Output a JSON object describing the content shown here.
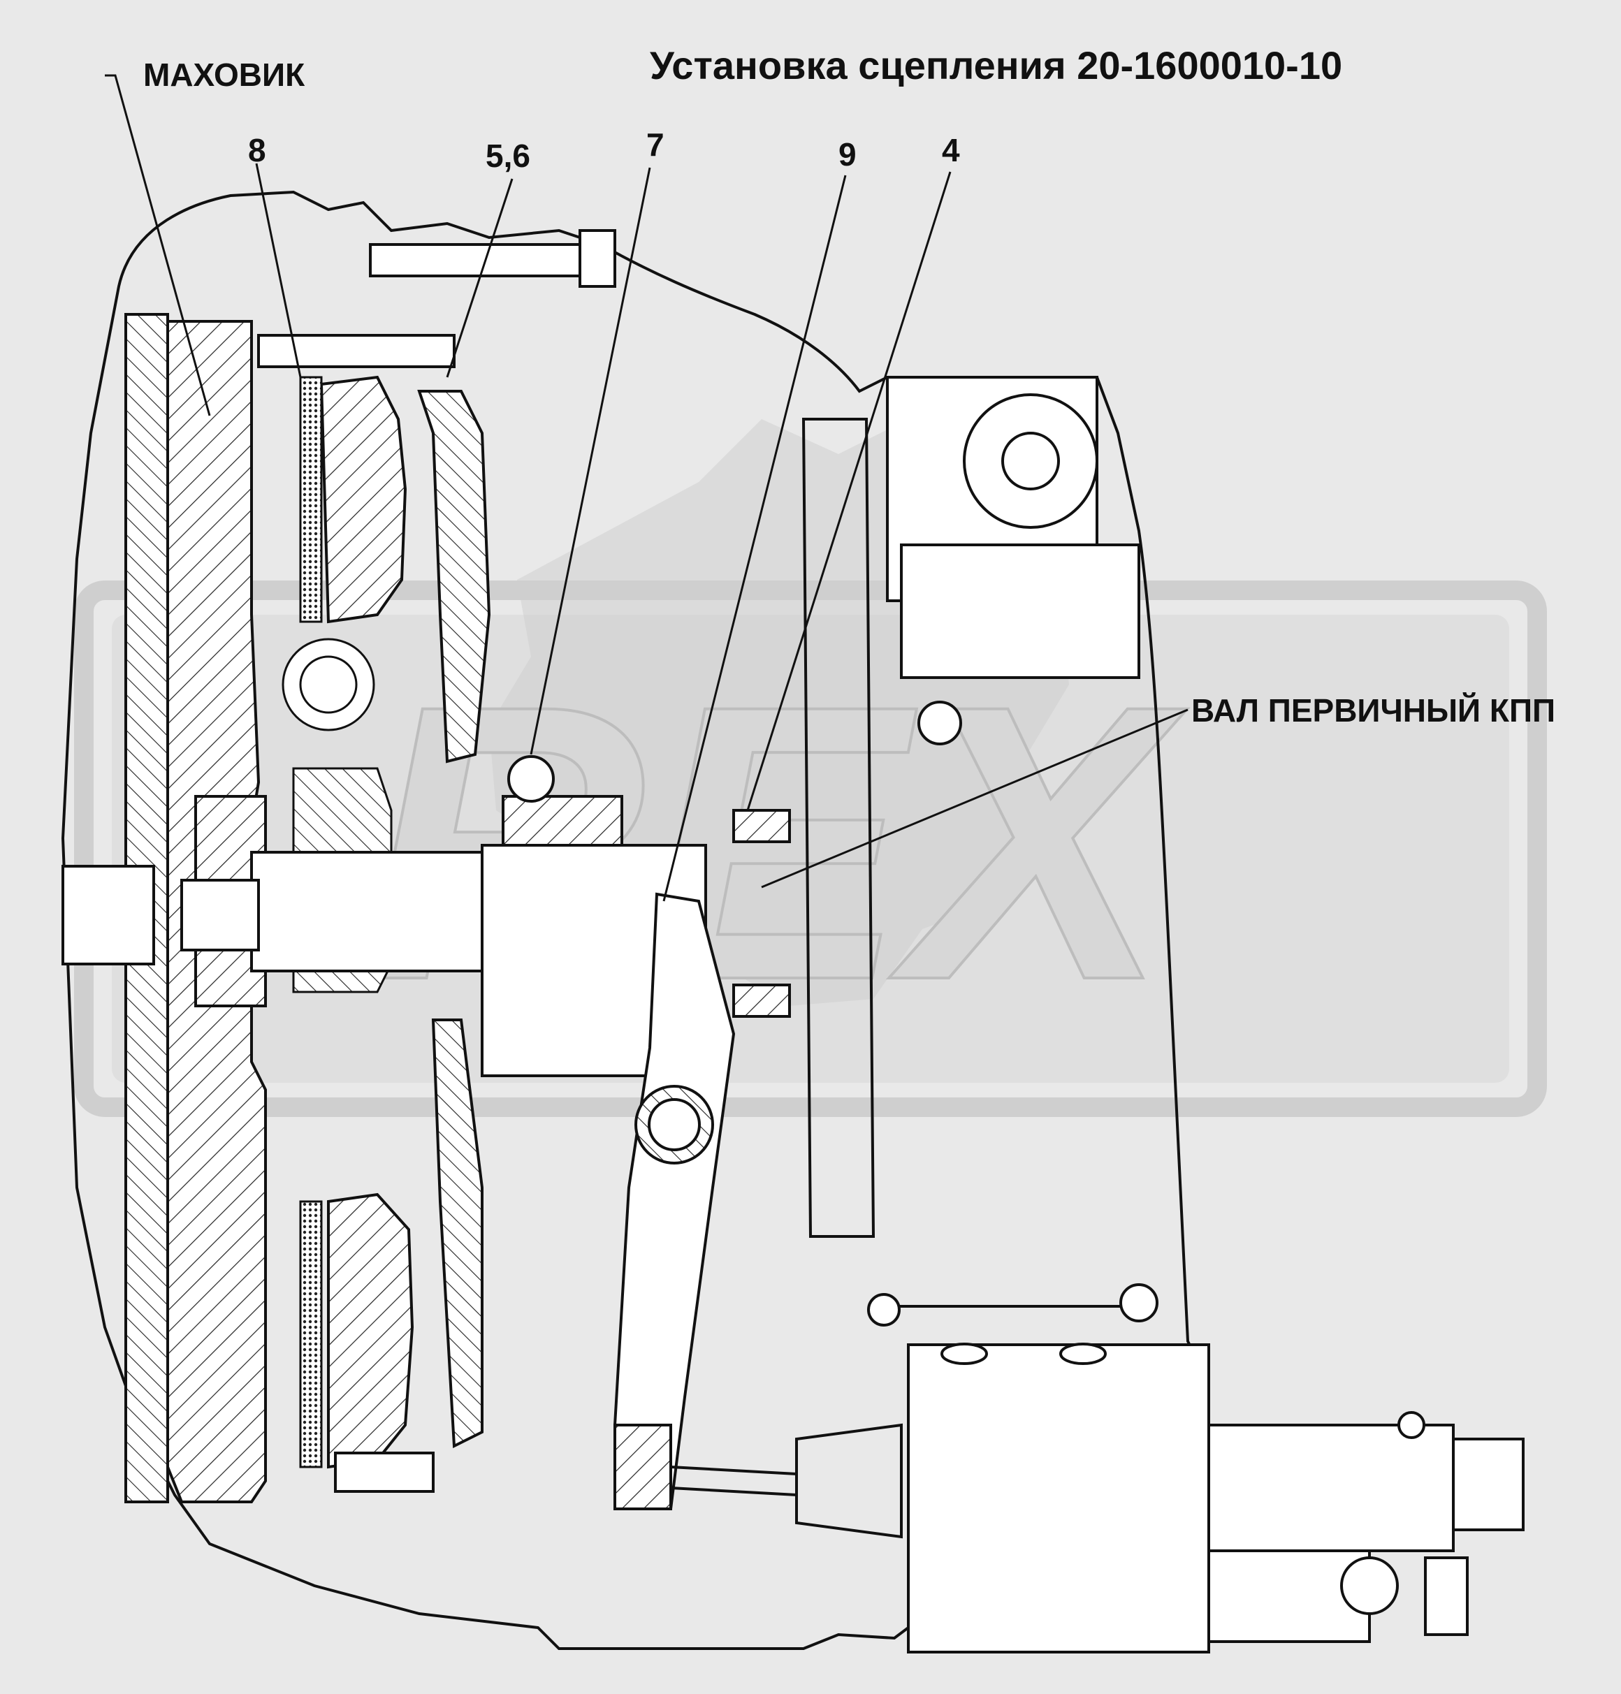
{
  "title": "Установка сцепления 20-1600010-10",
  "labels": {
    "flywheel": "МАХОВИК",
    "input_shaft": "ВАЛ ПЕРВИЧНЫЙ КПП",
    "item_8": "8",
    "item_5_6": "5,6",
    "item_7": "7",
    "item_9": "9",
    "item_4": "4"
  },
  "watermark": "REX",
  "colors": {
    "background": "#e9e9e9",
    "part_fill": "#ffffff",
    "line": "#111111",
    "watermark": "#cfcfcf"
  }
}
